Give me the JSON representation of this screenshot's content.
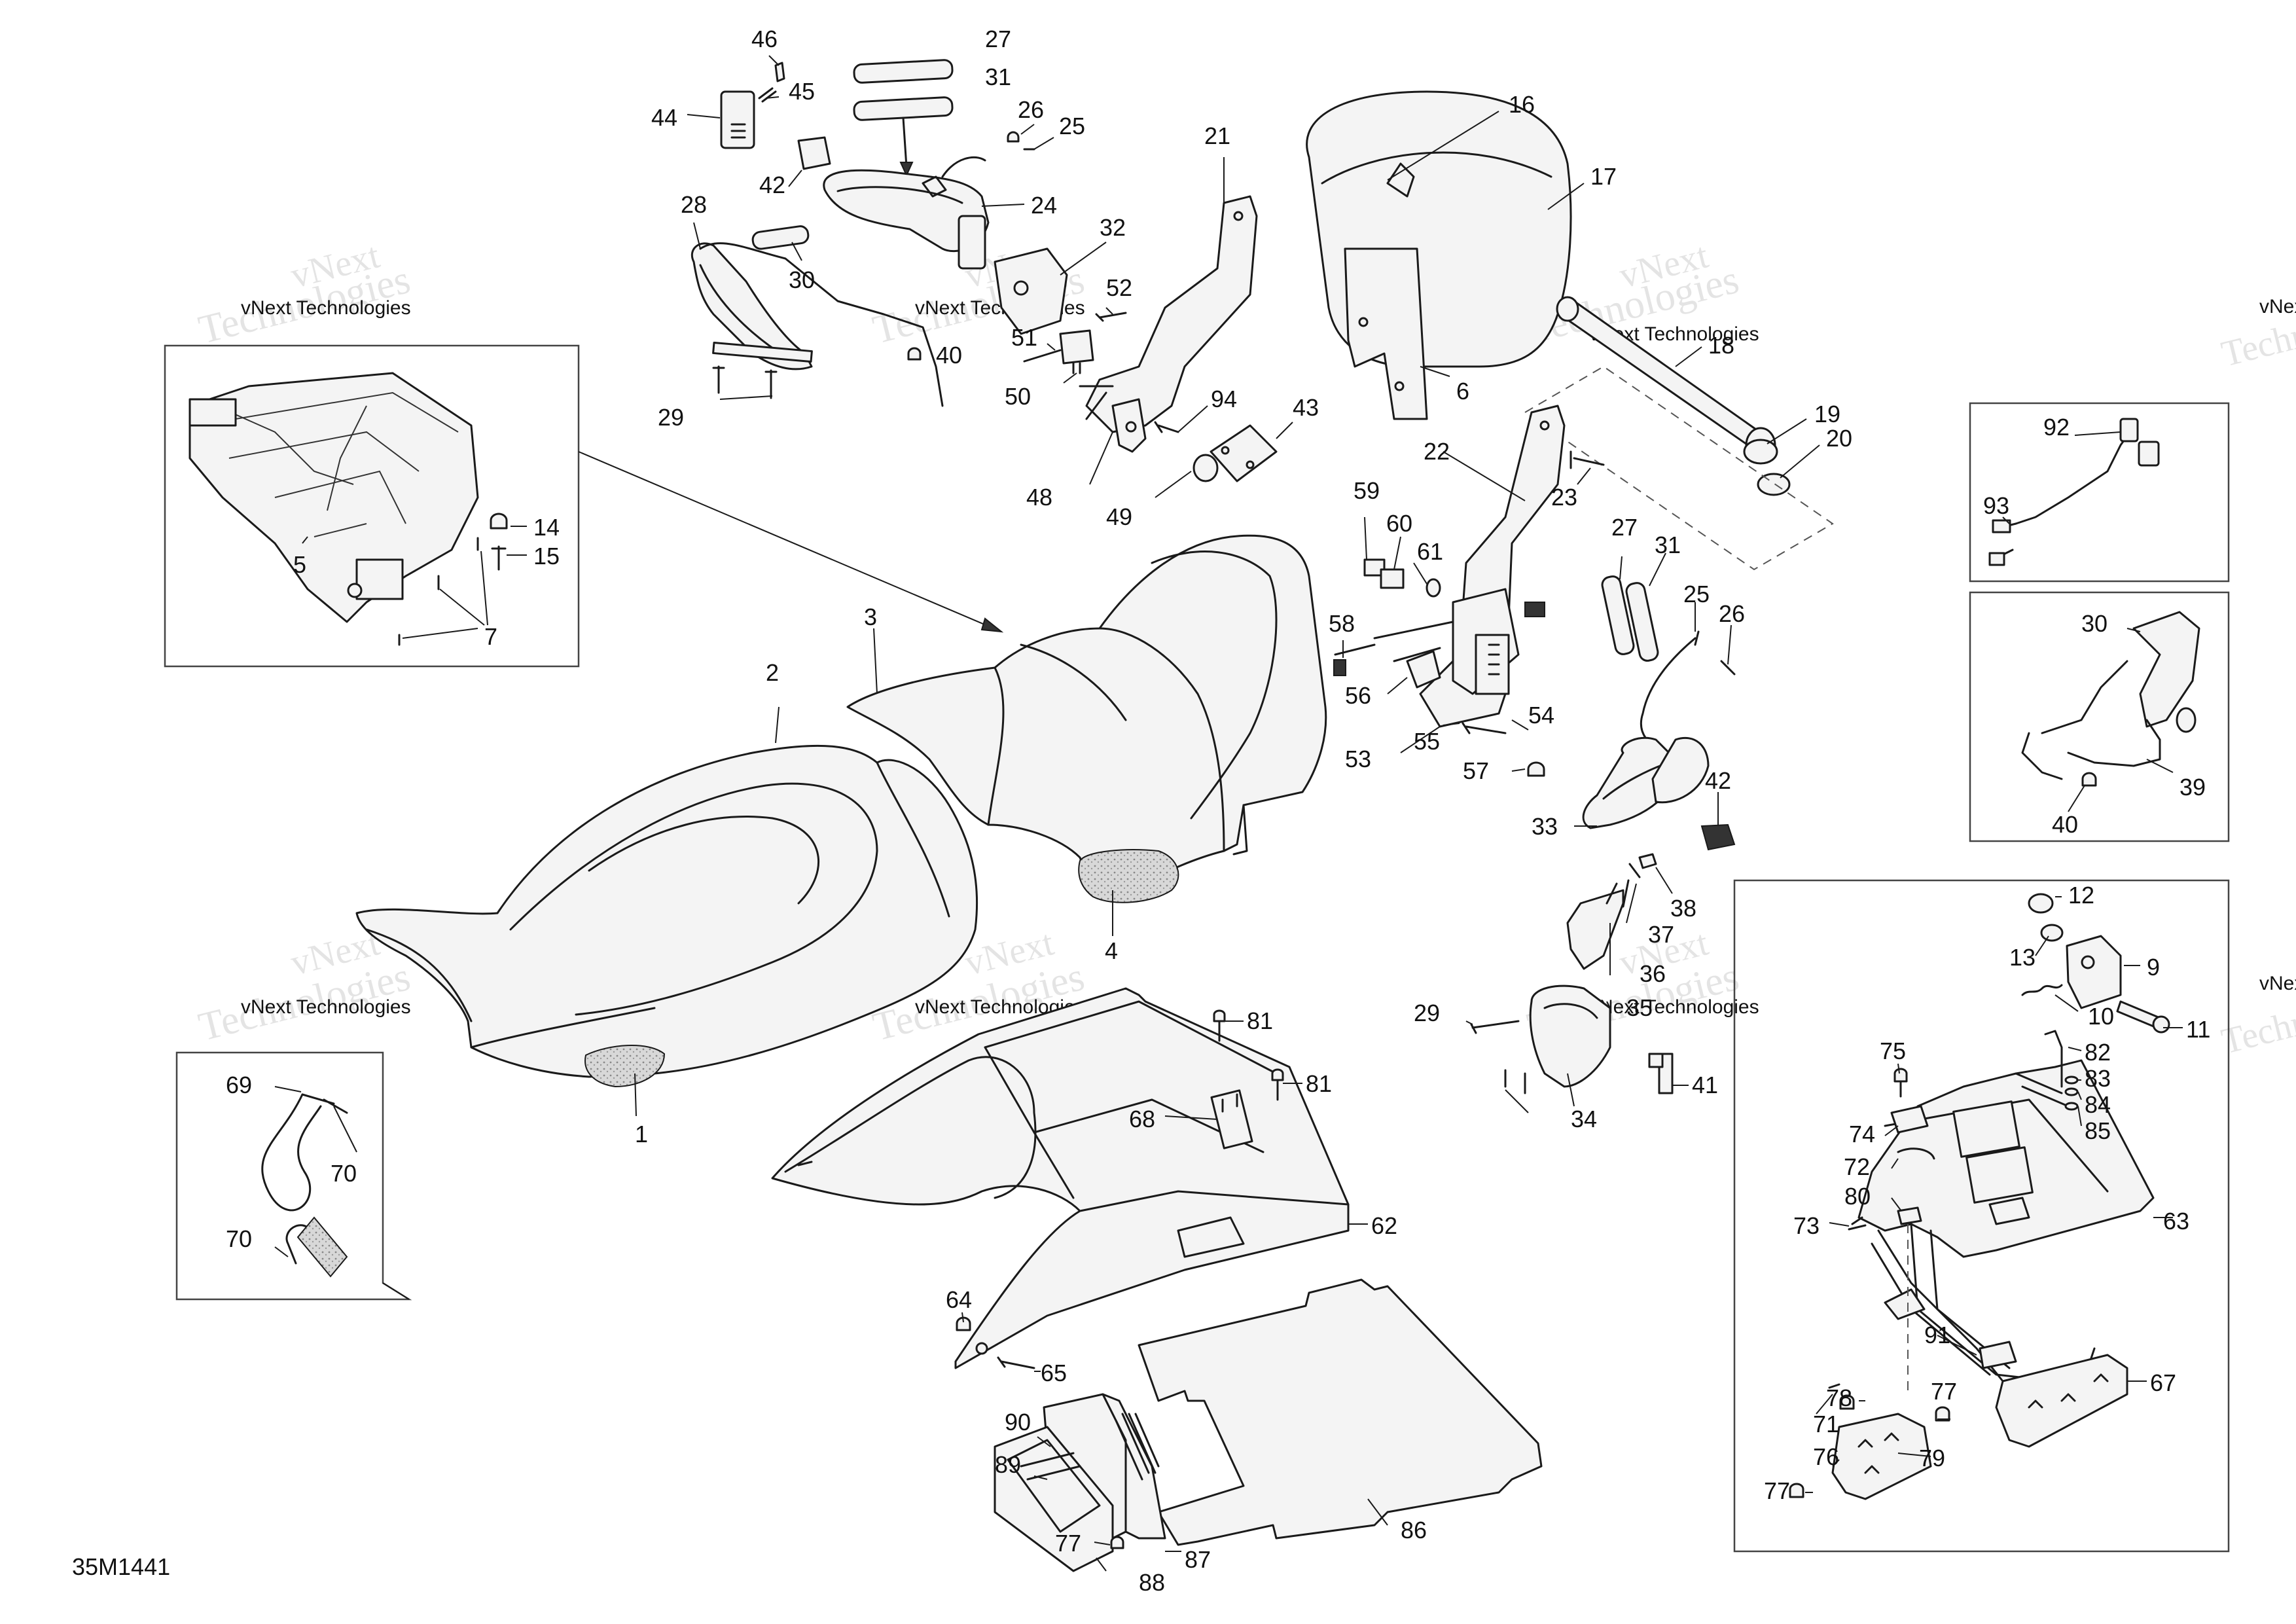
{
  "watermark": {
    "line1": "vNext Technologies",
    "line2": "vNext",
    "line3": "Technologies",
    "small": "vNext Technologies"
  },
  "reference_code": "35M1441",
  "callouts": [
    {
      "id": "c1",
      "label": "1"
    },
    {
      "id": "c2",
      "label": "2"
    },
    {
      "id": "c3",
      "label": "3"
    },
    {
      "id": "c4",
      "label": "4"
    },
    {
      "id": "c5",
      "label": "5"
    },
    {
      "id": "c6",
      "label": "6"
    },
    {
      "id": "c7",
      "label": "7"
    },
    {
      "id": "c9",
      "label": "9"
    },
    {
      "id": "c10",
      "label": "10"
    },
    {
      "id": "c11",
      "label": "11"
    },
    {
      "id": "c12",
      "label": "12"
    },
    {
      "id": "c13",
      "label": "13"
    },
    {
      "id": "c14",
      "label": "14"
    },
    {
      "id": "c15",
      "label": "15"
    },
    {
      "id": "c16",
      "label": "16"
    },
    {
      "id": "c17",
      "label": "17"
    },
    {
      "id": "c18",
      "label": "18"
    },
    {
      "id": "c19",
      "label": "19"
    },
    {
      "id": "c20",
      "label": "20"
    },
    {
      "id": "c21",
      "label": "21"
    },
    {
      "id": "c22",
      "label": "22"
    },
    {
      "id": "c23",
      "label": "23"
    },
    {
      "id": "c24",
      "label": "24"
    },
    {
      "id": "c25a",
      "label": "25"
    },
    {
      "id": "c25b",
      "label": "25"
    },
    {
      "id": "c26a",
      "label": "26"
    },
    {
      "id": "c26b",
      "label": "26"
    },
    {
      "id": "c27a",
      "label": "27"
    },
    {
      "id": "c27b",
      "label": "27"
    },
    {
      "id": "c28",
      "label": "28"
    },
    {
      "id": "c29a",
      "label": "29"
    },
    {
      "id": "c29b",
      "label": "29"
    },
    {
      "id": "c30a",
      "label": "30"
    },
    {
      "id": "c30b",
      "label": "30"
    },
    {
      "id": "c31a",
      "label": "31"
    },
    {
      "id": "c31b",
      "label": "31"
    },
    {
      "id": "c32",
      "label": "32"
    },
    {
      "id": "c33",
      "label": "33"
    },
    {
      "id": "c34",
      "label": "34"
    },
    {
      "id": "c35",
      "label": "35"
    },
    {
      "id": "c36",
      "label": "36"
    },
    {
      "id": "c37",
      "label": "37"
    },
    {
      "id": "c38",
      "label": "38"
    },
    {
      "id": "c39",
      "label": "39"
    },
    {
      "id": "c40a",
      "label": "40"
    },
    {
      "id": "c40b",
      "label": "40"
    },
    {
      "id": "c41",
      "label": "41"
    },
    {
      "id": "c42a",
      "label": "42"
    },
    {
      "id": "c42b",
      "label": "42"
    },
    {
      "id": "c43",
      "label": "43"
    },
    {
      "id": "c44",
      "label": "44"
    },
    {
      "id": "c45",
      "label": "45"
    },
    {
      "id": "c46",
      "label": "46"
    },
    {
      "id": "c48",
      "label": "48"
    },
    {
      "id": "c49",
      "label": "49"
    },
    {
      "id": "c50",
      "label": "50"
    },
    {
      "id": "c51",
      "label": "51"
    },
    {
      "id": "c52",
      "label": "52"
    },
    {
      "id": "c53",
      "label": "53"
    },
    {
      "id": "c54",
      "label": "54"
    },
    {
      "id": "c55",
      "label": "55"
    },
    {
      "id": "c56",
      "label": "56"
    },
    {
      "id": "c57",
      "label": "57"
    },
    {
      "id": "c58",
      "label": "58"
    },
    {
      "id": "c59",
      "label": "59"
    },
    {
      "id": "c60",
      "label": "60"
    },
    {
      "id": "c61",
      "label": "61"
    },
    {
      "id": "c62",
      "label": "62"
    },
    {
      "id": "c63",
      "label": "63"
    },
    {
      "id": "c64",
      "label": "64"
    },
    {
      "id": "c65",
      "label": "65"
    },
    {
      "id": "c67",
      "label": "67"
    },
    {
      "id": "c68",
      "label": "68"
    },
    {
      "id": "c69",
      "label": "69"
    },
    {
      "id": "c70a",
      "label": "70"
    },
    {
      "id": "c70b",
      "label": "70"
    },
    {
      "id": "c71",
      "label": "71"
    },
    {
      "id": "c72",
      "label": "72"
    },
    {
      "id": "c73",
      "label": "73"
    },
    {
      "id": "c74",
      "label": "74"
    },
    {
      "id": "c75",
      "label": "75"
    },
    {
      "id": "c76",
      "label": "76"
    },
    {
      "id": "c77a",
      "label": "77"
    },
    {
      "id": "c77b",
      "label": "77"
    },
    {
      "id": "c77c",
      "label": "77"
    },
    {
      "id": "c78",
      "label": "78"
    },
    {
      "id": "c79",
      "label": "79"
    },
    {
      "id": "c80",
      "label": "80"
    },
    {
      "id": "c81a",
      "label": "81"
    },
    {
      "id": "c81b",
      "label": "81"
    },
    {
      "id": "c82",
      "label": "82"
    },
    {
      "id": "c83",
      "label": "83"
    },
    {
      "id": "c84",
      "label": "84"
    },
    {
      "id": "c85",
      "label": "85"
    },
    {
      "id": "c86",
      "label": "86"
    },
    {
      "id": "c87",
      "label": "87"
    },
    {
      "id": "c88",
      "label": "88"
    },
    {
      "id": "c89",
      "label": "89"
    },
    {
      "id": "c90",
      "label": "90"
    },
    {
      "id": "c91",
      "label": "91"
    },
    {
      "id": "c92",
      "label": "92"
    },
    {
      "id": "c93",
      "label": "93"
    },
    {
      "id": "c94",
      "label": "94"
    }
  ]
}
